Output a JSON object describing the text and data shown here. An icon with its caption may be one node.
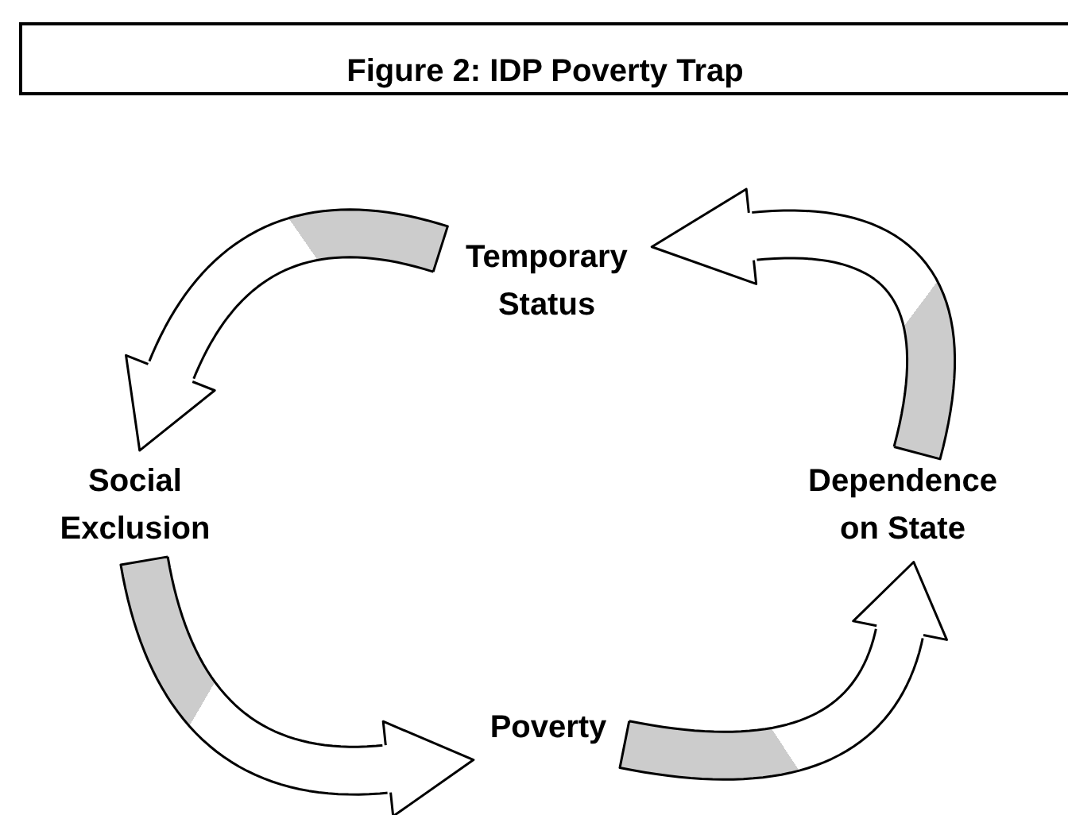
{
  "diagram": {
    "title": "Figure 2: IDP Poverty Trap",
    "nodes": [
      {
        "text": [
          "Temporary Status"
        ]
      },
      {
        "text": [
          "Dependence on State"
        ]
      },
      {
        "text": [
          "Poverty"
        ]
      },
      {
        "text": [
          "Social Exclusion"
        ]
      }
    ],
    "edges": [
      {
        "from": 0,
        "to": 3,
        "arrow": "to"
      },
      {
        "from": 3,
        "to": 2,
        "arrow": "to"
      },
      {
        "from": 2,
        "to": 1,
        "arrow": "to"
      },
      {
        "from": 1,
        "to": 0,
        "arrow": "to"
      }
    ]
  }
}
